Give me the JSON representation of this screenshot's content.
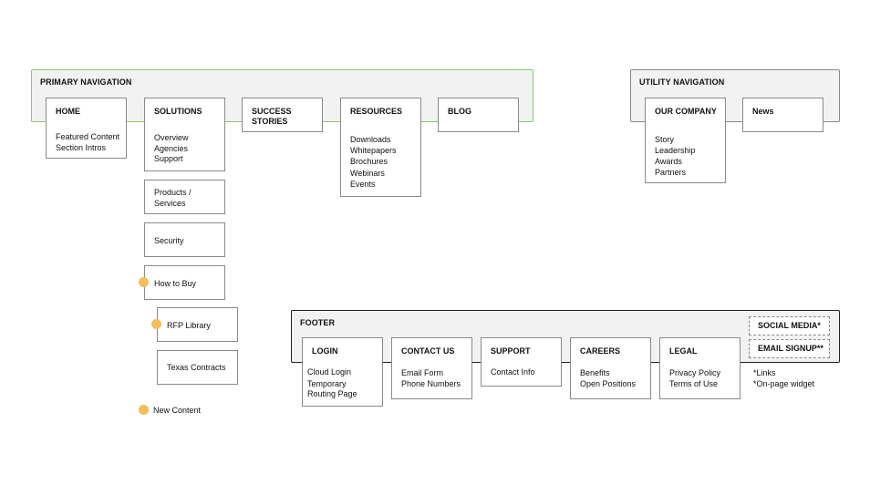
{
  "primary_nav": {
    "title": "PRIMARY NAVIGATION",
    "home": {
      "label": "HOME",
      "items": [
        "Featured Content",
        "Section Intros"
      ]
    },
    "solutions": {
      "label": "SOLUTIONS",
      "items": [
        "Overview",
        "Agencies",
        "Support"
      ]
    },
    "success": {
      "label_line1": "SUCCESS",
      "label_line2": "STORIES"
    },
    "resources": {
      "label": "RESOURCES",
      "items": [
        "Downloads",
        "Whitepapers",
        "Brochures",
        "Webinars",
        "Events"
      ]
    },
    "blog": {
      "label": "BLOG"
    }
  },
  "solutions_sub": {
    "products_line1": "Products /",
    "products_line2": "Services",
    "security": "Security",
    "how_to_buy": "How to Buy",
    "rfp_library": "RFP Library",
    "texas_contracts": "Texas Contracts"
  },
  "legend": {
    "new_content": "New Content"
  },
  "utility_nav": {
    "title": "UTILITY NAVIGATION",
    "our_company": {
      "label": "OUR COMPANY",
      "items": [
        "Story",
        "Leadership",
        "Awards",
        "Partners"
      ]
    },
    "news": {
      "label": "News"
    }
  },
  "footer": {
    "title": "FOOTER",
    "login": {
      "label": "LOGIN",
      "items": [
        "Cloud Login",
        "Temporary",
        "Routing Page"
      ]
    },
    "contact": {
      "label": "CONTACT US",
      "items": [
        "Email Form",
        "Phone Numbers"
      ]
    },
    "support": {
      "label": "SUPPORT",
      "items": [
        "Contact Info"
      ]
    },
    "careers": {
      "label": "CAREERS",
      "items": [
        "Benefits",
        "Open Positions"
      ]
    },
    "legal": {
      "label": "LEGAL",
      "items": [
        "Privacy Policy",
        "Terms of Use"
      ]
    },
    "social_media": "SOCIAL MEDIA*",
    "email_signup": "EMAIL SIGNUP**",
    "note_links": "*Links",
    "note_widget": "*On-page widget"
  },
  "colors": {
    "primary_border": "#8cc56a",
    "utility_border": "#8a8a8a",
    "footer_border": "#222222",
    "dot": "#f5be58"
  }
}
